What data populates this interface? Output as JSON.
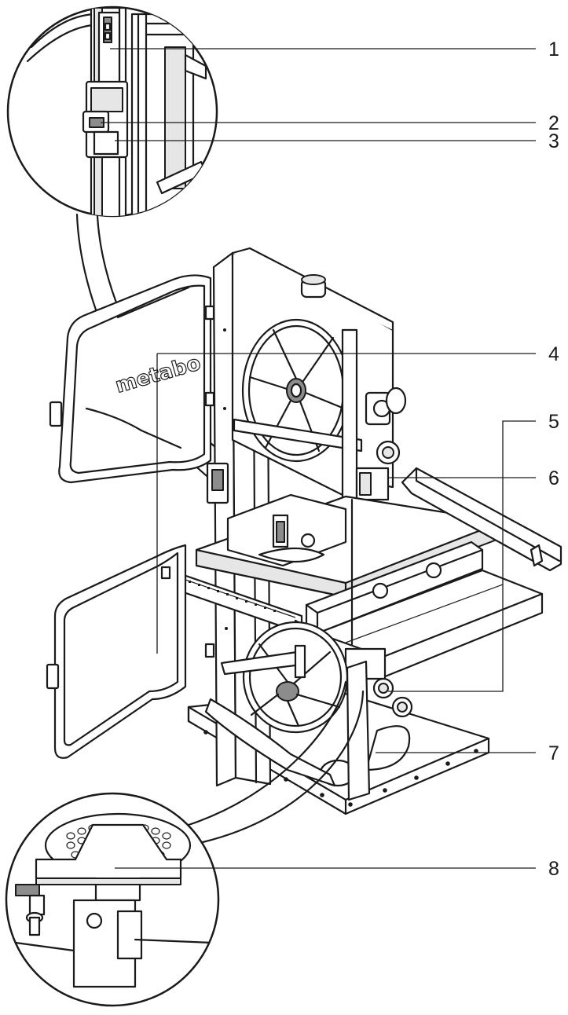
{
  "diagram": {
    "brand_text": "metabo",
    "callouts": [
      {
        "id": "1",
        "label": "1"
      },
      {
        "id": "2",
        "label": "2"
      },
      {
        "id": "3",
        "label": "3"
      },
      {
        "id": "4",
        "label": "4"
      },
      {
        "id": "5",
        "label": "5"
      },
      {
        "id": "6",
        "label": "6"
      },
      {
        "id": "7",
        "label": "7"
      },
      {
        "id": "8",
        "label": "8"
      }
    ]
  },
  "colors": {
    "line": "#1a1a1a",
    "background": "#ffffff",
    "shade_light": "#e6e6e6",
    "shade_dark": "#8c8c8c"
  }
}
